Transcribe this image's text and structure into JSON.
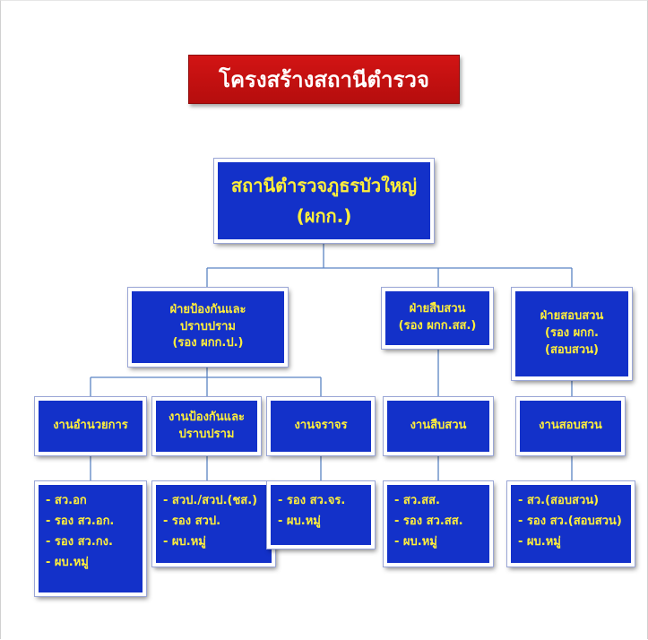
{
  "title": "โครงสร้างสถานีตำรวจ",
  "root": {
    "lines": [
      "สถานีตำรวจภูธรบัวใหญ่",
      "(ผกก.)"
    ]
  },
  "divisions": [
    {
      "lines": [
        "ฝ่ายป้องกันและ",
        "ปราบปราม",
        "(รอง ผกก.ป.)"
      ]
    },
    {
      "lines": [
        "ฝ่ายสืบสวน",
        "(รอง ผกก.สส.)"
      ]
    },
    {
      "lines": [
        "ฝ่ายสอบสวน",
        "(รอง ผกก.",
        "(สอบสวน)"
      ]
    }
  ],
  "units": [
    {
      "lines": [
        "งานอำนวยการ"
      ]
    },
    {
      "lines": [
        "งานป้องกันและ",
        "ปราบปราม"
      ]
    },
    {
      "lines": [
        "งานจราจร"
      ]
    },
    {
      "lines": [
        "งานสืบสวน"
      ]
    },
    {
      "lines": [
        "งานสอบสวน"
      ]
    }
  ],
  "staff": [
    {
      "items": [
        "- สว.อก",
        "- รอง สว.อก.",
        "- รอง สว.กง.",
        "- ผบ.หมู่"
      ]
    },
    {
      "items": [
        "- สวป./สวป.(ชส.)",
        "- รอง สวป.",
        "- ผบ.หมู่"
      ]
    },
    {
      "items": [
        "- รอง สว.จร.",
        "- ผบ.หมู่"
      ]
    },
    {
      "items": [
        "- สว.สส.",
        "- รอง สว.สส.",
        "- ผบ.หมู่"
      ]
    },
    {
      "items": [
        "- สว.(สอบสวน)",
        "- รอง สว.(สอบสวน)",
        "- ผบ.หมู่"
      ]
    }
  ]
}
